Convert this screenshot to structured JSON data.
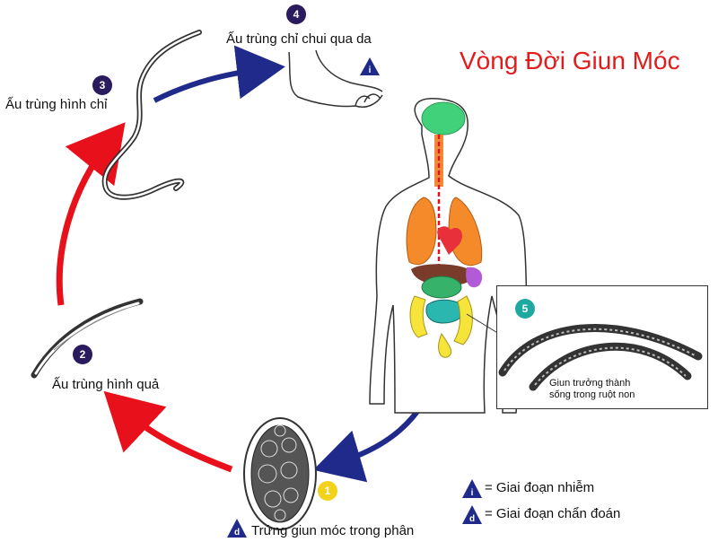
{
  "title": "Vòng Đời Giun Móc",
  "stages": {
    "s1": {
      "num": "1",
      "label": "Trứng giun móc trong phân",
      "marker": "d"
    },
    "s2": {
      "num": "2",
      "label": "Ấu trùng hình quả"
    },
    "s3": {
      "num": "3",
      "label": "Ấu trùng hình chỉ"
    },
    "s4": {
      "num": "4",
      "label": "Ấu trùng chỉ chui qua da",
      "marker": "i"
    },
    "s5": {
      "num": "5",
      "caption_line1": "Giun trưởng thành",
      "caption_line2": "sống trong ruột non"
    }
  },
  "legend": {
    "infective": {
      "marker": "i",
      "label": "= Giai đoạn nhiễm"
    },
    "diagnostic": {
      "marker": "d",
      "label": "= Giai đoạn chẩn đoán"
    }
  },
  "colors": {
    "title": "#e31b1b",
    "red_arrow": "#e8101a",
    "blue_arrow": "#1f2a8a",
    "step_dark": "#2a1a5e",
    "step_yellow": "#f3d21c",
    "step_teal": "#1ea9a0"
  }
}
